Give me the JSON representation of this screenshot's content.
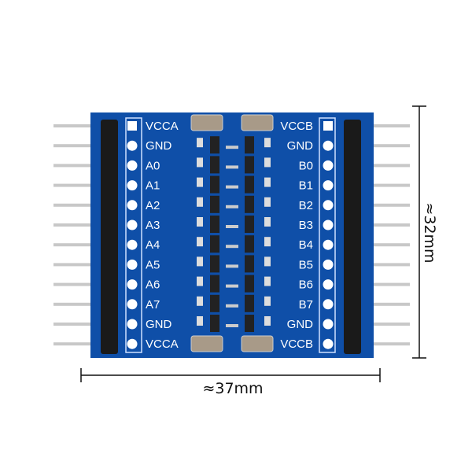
{
  "product": {
    "left_labels": [
      "VCCA",
      "GND",
      "A0",
      "A1",
      "A2",
      "A3",
      "A4",
      "A5",
      "A6",
      "A7",
      "GND",
      "VCCA"
    ],
    "right_labels": [
      "VCCB",
      "GND",
      "B0",
      "B1",
      "B2",
      "B3",
      "B4",
      "B5",
      "B6",
      "B7",
      "GND",
      "VCCB"
    ],
    "board_color": "#0f4fa8",
    "silkscreen_color": "#ffffff",
    "header_color": "#1a1a1a"
  },
  "dimensions": {
    "width_label": "≈37mm",
    "height_label": "≈32mm"
  }
}
